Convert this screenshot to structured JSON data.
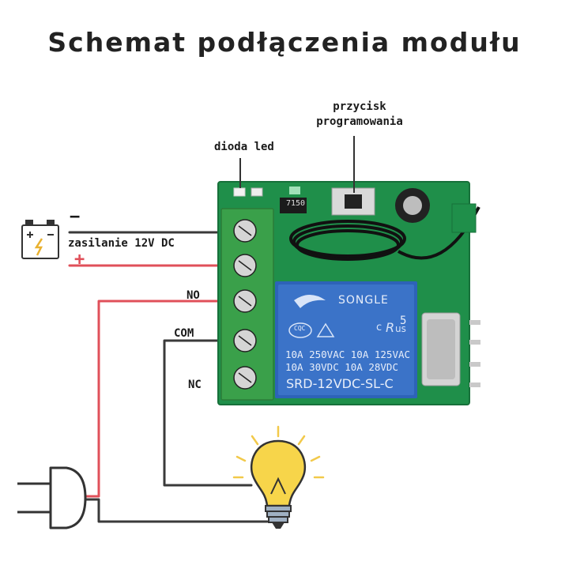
{
  "title": "Schemat podłączenia modułu",
  "labels": {
    "button": "przycisk\nprogramowania",
    "led": "dioda led",
    "power": "zasilanie 12V DC",
    "minus": "−",
    "plus": "+",
    "no": "NO",
    "com": "COM",
    "nc": "NC"
  },
  "board": {
    "chip": "7150",
    "relay_brand": "SONGLE",
    "relay_rating_1": "10A 250VAC  10A 125VAC",
    "relay_rating_2": "10A  30VDC  10A  28VDC",
    "relay_model": "SRD-12VDC-SL-C",
    "relay_cert": "CQC",
    "relay_num": "5"
  },
  "colors": {
    "board": "#1f8f4a",
    "terminal": "#3aa04a",
    "relay": "#2d63b8",
    "wire_red": "#e0505a",
    "wire_dark": "#3a3a3a",
    "bulb": "#f7d54a"
  }
}
